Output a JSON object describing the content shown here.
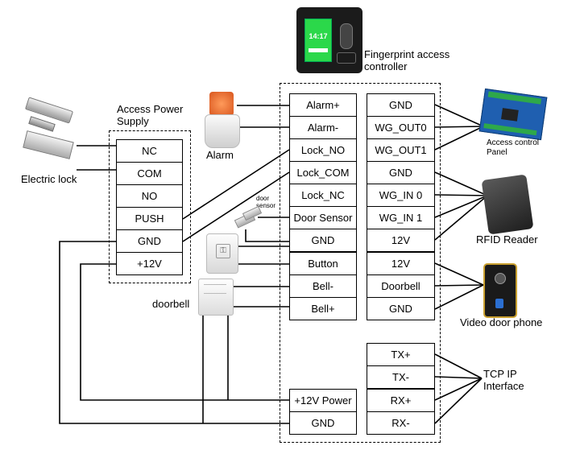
{
  "controller_label": "Fingerprint access\ncontroller",
  "controller_screen_time": "14:17",
  "power_supply": {
    "title": "Access Power\nSupply",
    "terminals": [
      "NC",
      "COM",
      "NO",
      "PUSH",
      "GND",
      "+12V"
    ]
  },
  "left_terminals": [
    "Alarm+",
    "Alarm-",
    "Lock_NO",
    "Lock_COM",
    "Lock_NC",
    "Door Sensor",
    "GND",
    "Button",
    "Bell-",
    "Bell+"
  ],
  "right_terminals": [
    "GND",
    "WG_OUT0",
    "WG_OUT1",
    "GND",
    "WG_IN 0",
    "WG_IN 1",
    "12V",
    "12V",
    "Doorbell",
    "GND"
  ],
  "power_terminals": [
    "+12V Power",
    "GND"
  ],
  "tcp_terminals": [
    "TX+",
    "TX-",
    "RX+",
    "RX-"
  ],
  "devices": {
    "electric_lock": "Electric lock",
    "alarm": "Alarm",
    "door_sensor": "door\nsensor",
    "doorbell": "doorbell",
    "access_control_panel": "Access control\nPanel",
    "rfid_reader": "RFID Reader",
    "video_door_phone": "Video door phone",
    "tcp_ip_interface": "TCP IP\nInterface"
  }
}
